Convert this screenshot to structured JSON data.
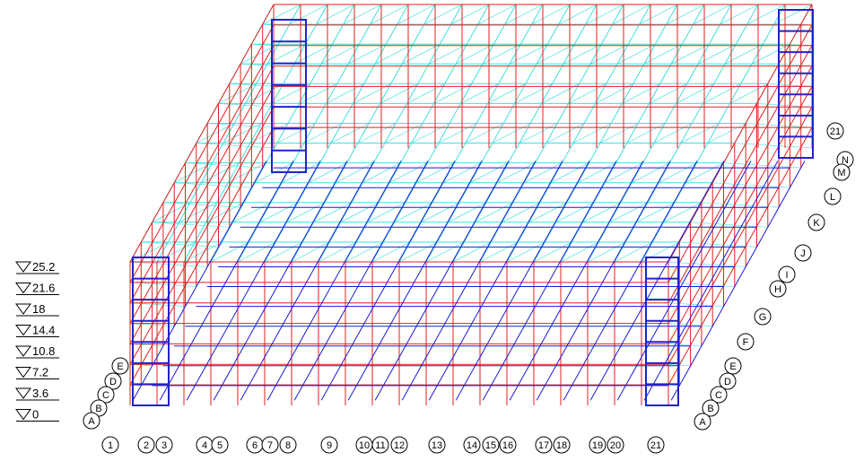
{
  "colors": {
    "column": "#e0201e",
    "bracing": "#3fe0dd",
    "footing": "#1a1ad9",
    "stair": "#2222cc",
    "label": "#000000"
  },
  "elevations": [
    "25.2",
    "21.6",
    "18",
    "14.4",
    "10.8",
    "7.2",
    "3.6",
    "0"
  ],
  "grid_bottom": [
    "1",
    "2",
    "3",
    "4",
    "5",
    "6",
    "7",
    "8",
    "9",
    "10",
    "11",
    "12",
    "13",
    "14",
    "15",
    "16",
    "17",
    "18",
    "19",
    "20",
    "21"
  ],
  "grid_left": [
    "E",
    "D",
    "C",
    "B",
    "A"
  ],
  "grid_right": [
    "N",
    "M",
    "L",
    "K",
    "J",
    "I",
    "H",
    "G",
    "F",
    "E",
    "D",
    "C",
    "B",
    "A"
  ],
  "grid_top_corner": "21"
}
